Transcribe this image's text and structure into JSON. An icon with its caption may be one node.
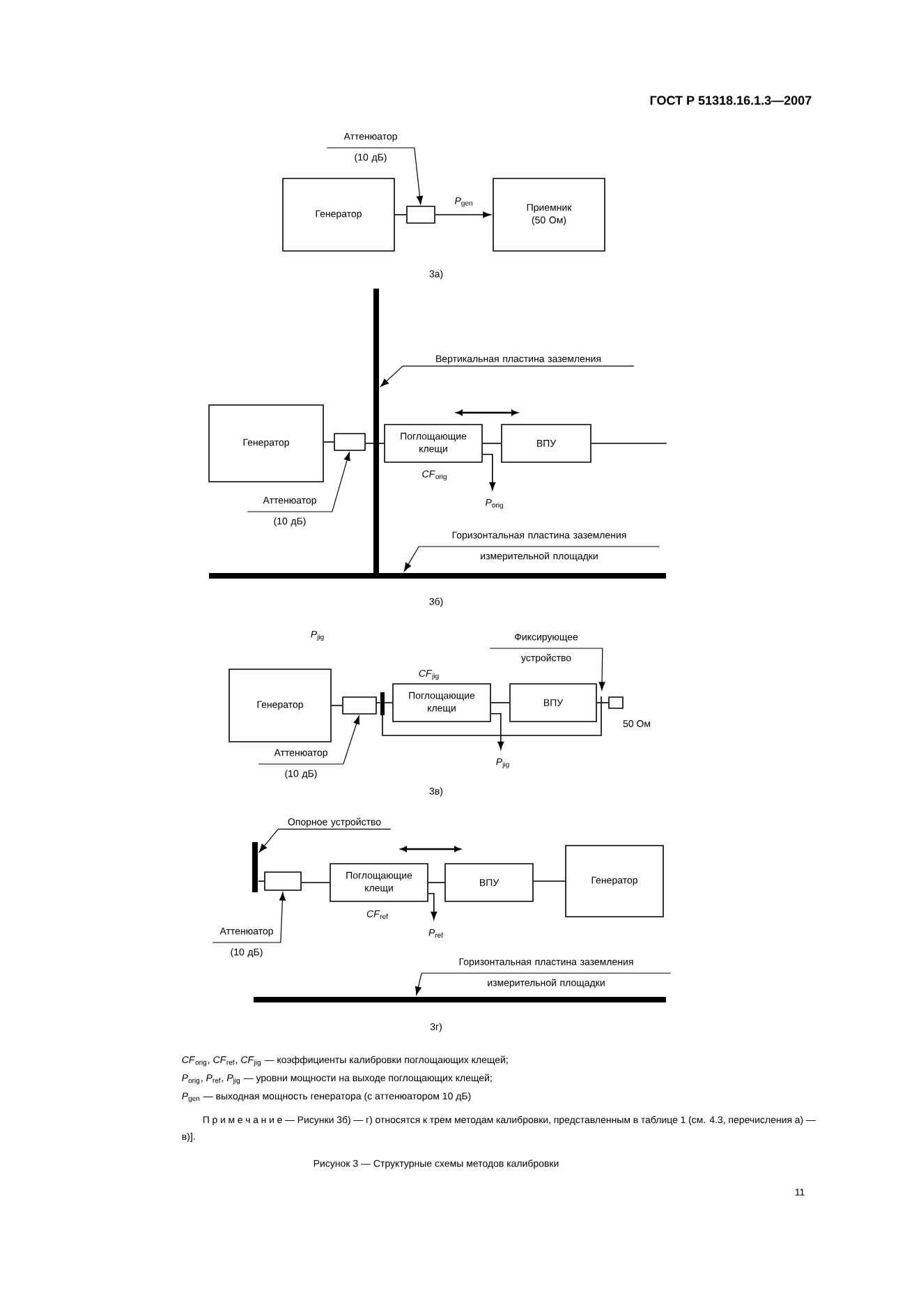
{
  "diagram": {
    "caption": "Рисунок 3 — Структурные схемы методов калибровки",
    "nodes": [
      {
        "text": [
          "Аттенюатор (10 дБ)"
        ]
      },
      {
        "text": [
          "Генератор"
        ]
      },
      {
        "text": [],
        "shape": "box"
      },
      {
        "text": [
          "Приемник (50 Ом)"
        ]
      },
      {
        "text": [
          "Вертикальная пластина заземления"
        ]
      },
      {
        "text": [],
        "shape": "bar"
      },
      {
        "text": [
          "Генератор"
        ]
      },
      {
        "text": [],
        "shape": "box"
      },
      {
        "text": [
          "Поглощающие клещи"
        ],
        "beside": [
          "*CF*$_{orig}$"
        ]
      },
      {
        "text": [
          "ВПУ"
        ]
      },
      {
        "text": [
          "Аттенюатор (10 дБ)"
        ]
      },
      {
        "text": [
          "Горизонтальная пластина заземления измерительной площадки"
        ]
      },
      {
        "text": [],
        "shape": "bar"
      },
      {
        "text": [
          "Фиксирующее устройство"
        ]
      },
      {
        "text": [
          "Генератор"
        ]
      },
      {
        "text": [],
        "shape": "box"
      },
      {
        "text": [],
        "shape": "box"
      },
      {
        "text": [
          "Поглощающие клещи"
        ],
        "beside": [
          "*CF*$_{jig}$"
        ],
        "in": 16
      },
      {
        "text": [
          "ВПУ"
        ],
        "in": 16
      },
      {
        "text": [],
        "shape": "box",
        "beside": [
          "50 Ом"
        ]
      },
      {
        "text": [
          "Аттенюатор (10 дБ)"
        ]
      },
      {
        "text": [
          "Опорное устройство"
        ]
      },
      {
        "text": [],
        "shape": "bar"
      },
      {
        "text": [],
        "shape": "box"
      },
      {
        "text": [
          "Поглощающие клещи"
        ],
        "beside": [
          "*CF*$_{ref}$"
        ]
      },
      {
        "text": [
          "ВПУ"
        ]
      },
      {
        "text": [
          "Генератор"
        ]
      },
      {
        "text": [
          "Аттенюатор (10 дБ)"
        ]
      },
      {
        "text": [
          "Горизонтальная пластина заземления измерительной площадки"
        ]
      },
      {
        "text": [],
        "shape": "bar"
      }
    ],
    "edges": [
      {
        "from": 0,
        "to": 2,
        "arrow": "to"
      },
      {
        "from": 1,
        "to": 2,
        "arrow": "none"
      },
      {
        "from": 2,
        "to": 3,
        "arrow": "to",
        "label": "*P*$_{gen}$"
      },
      {
        "from": 4,
        "to": 5,
        "arrow": "to"
      },
      {
        "from": 6,
        "to": 7,
        "arrow": "none"
      },
      {
        "from": 7,
        "to": 8,
        "arrow": "none"
      },
      {
        "from": 8,
        "to": 9,
        "arrow": "none"
      },
      {
        "from": 9,
        "to": null,
        "arrow": "none"
      },
      {
        "from": 8,
        "to": null,
        "arrow": "to",
        "label": "*P*$_{orig}$"
      },
      {
        "from": 10,
        "to": 7,
        "arrow": "to"
      },
      {
        "from": 11,
        "to": 12,
        "arrow": "to"
      },
      {
        "from": 13,
        "to": 16,
        "arrow": "to"
      },
      {
        "from": 14,
        "to": 15,
        "arrow": "none"
      },
      {
        "from": 15,
        "to": 17,
        "arrow": "none"
      },
      {
        "from": 17,
        "to": 18,
        "arrow": "none"
      },
      {
        "from": 18,
        "to": 19,
        "arrow": "none"
      },
      {
        "from": 17,
        "to": null,
        "arrow": "to",
        "label": "*P*$_{jig}$"
      },
      {
        "from": 20,
        "to": 15,
        "arrow": "to"
      },
      {
        "from": 21,
        "to": 22,
        "arrow": "to"
      },
      {
        "from": 22,
        "to": 23,
        "arrow": "none"
      },
      {
        "from": 23,
        "to": 24,
        "arrow": "none"
      },
      {
        "from": 24,
        "to": 25,
        "arrow": "none"
      },
      {
        "from": 25,
        "to": 26,
        "arrow": "none"
      },
      {
        "from": 24,
        "to": null,
        "arrow": "to",
        "label": "*P*$_{ref}$"
      },
      {
        "from": 27,
        "to": 23,
        "arrow": "to"
      },
      {
        "from": 28,
        "to": 29,
        "arrow": "to"
      }
    ],
    "labels": [
      "ГОСТ Р 51318.16.1.3—2007",
      "3а)",
      "3б)",
      "*P*$_{jig}$",
      "3в)",
      "3г)",
      "*CF*$_{orig}$, *CF*$_{ref}$, *CF*$_{jig}$ — коэффициенты калибровки поглощающих клещей;",
      "*P*$_{orig}$, *P*$_{ref}$, *P*$_{jig}$ — уровни мощности на выходе поглощающих клещей;",
      "*P*$_{gen}$ — выходная мощность генератора (с аттенюатором 10 дБ)",
      "П р и м е ч а н и е — Рисунки 3б) — г) относятся к трем методам калибровки, представленным в таблице 1 (см. 4.3, перечисления а) — в)].",
      "11"
    ]
  }
}
